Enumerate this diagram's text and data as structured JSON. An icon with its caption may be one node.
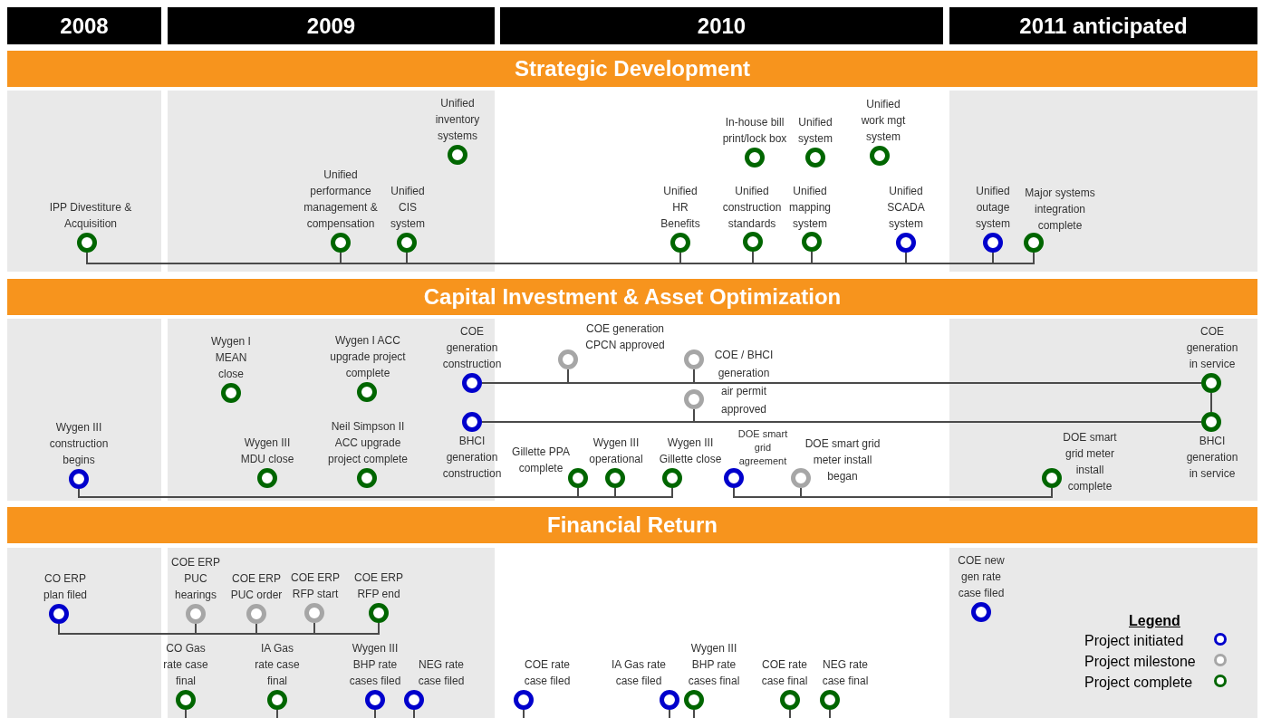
{
  "diagram": {
    "nodes": [
      {
        "text": [],
        "shape": "circle",
        "beside": [
          "IPP Divestiture & Acquisition"
        ]
      },
      {
        "text": [],
        "shape": "circle",
        "beside": [
          "Unified performance management & compensation"
        ]
      },
      {
        "text": [],
        "shape": "circle",
        "beside": [
          "Unified CIS system"
        ]
      },
      {
        "text": [],
        "shape": "circle",
        "beside": [
          "Unified inventory systems"
        ]
      },
      {
        "text": [],
        "shape": "circle",
        "beside": [
          "In-house bill print/lock box"
        ]
      },
      {
        "text": [],
        "shape": "circle",
        "beside": [
          "Unified system"
        ]
      },
      {
        "text": [],
        "shape": "circle",
        "beside": [
          "Unified work mgt system"
        ]
      },
      {
        "text": [],
        "shape": "circle",
        "beside": [
          "Unified HR Benefits"
        ]
      },
      {
        "text": [],
        "shape": "circle",
        "beside": [
          "Unified construction standards"
        ]
      },
      {
        "text": [],
        "shape": "circle",
        "beside": [
          "Unified mapping system"
        ]
      },
      {
        "text": [],
        "shape": "circle",
        "beside": [
          "Unified SCADA system"
        ]
      },
      {
        "text": [],
        "shape": "circle",
        "beside": [
          "Unified outage system"
        ]
      },
      {
        "text": [],
        "shape": "circle",
        "beside": [
          "Major systems integration complete"
        ]
      },
      {
        "text": [],
        "shape": "circle",
        "beside": [
          "Wygen I MEAN close"
        ]
      },
      {
        "text": [],
        "shape": "circle",
        "beside": [
          "Wygen I ACC upgrade project complete"
        ]
      },
      {
        "text": [],
        "shape": "circle",
        "beside": [
          "COE generation construction"
        ]
      },
      {
        "text": [],
        "shape": "circle",
        "beside": [
          "COE generation CPCN approved"
        ]
      },
      {
        "text": [],
        "shape": "circle",
        "beside": [
          "COE / BHCI generation air permit approved"
        ]
      },
      {
        "text": [],
        "shape": "circle"
      },
      {
        "text": [],
        "shape": "circle",
        "beside": [
          "COE generation in service"
        ]
      },
      {
        "text": [],
        "shape": "circle",
        "beside": [
          "BHCI generation construction"
        ]
      },
      {
        "text": [],
        "shape": "circle",
        "beside": [
          "BHCI generation in service"
        ]
      },
      {
        "text": [],
        "shape": "circle",
        "beside": [
          "Wygen III construction begins"
        ]
      },
      {
        "text": [],
        "shape": "circle",
        "beside": [
          "Wygen III MDU close"
        ]
      },
      {
        "text": [],
        "shape": "circle",
        "beside": [
          "Neil Simpson II ACC upgrade project complete"
        ]
      },
      {
        "text": [],
        "shape": "circle",
        "beside": [
          "Gillette PPA complete"
        ]
      },
      {
        "text": [],
        "shape": "circle",
        "beside": [
          "Wygen III operational"
        ]
      },
      {
        "text": [],
        "shape": "circle",
        "beside": [
          "Wygen III Gillette close"
        ]
      },
      {
        "text": [],
        "shape": "circle",
        "beside": [
          "DOE smart grid agreement"
        ]
      },
      {
        "text": [],
        "shape": "circle",
        "beside": [
          "DOE smart grid meter install began"
        ]
      },
      {
        "text": [],
        "shape": "circle",
        "beside": [
          "DOE smart grid meter install complete"
        ]
      },
      {
        "text": [],
        "shape": "circle",
        "beside": [
          "CO ERP plan filed"
        ]
      },
      {
        "text": [],
        "shape": "circle",
        "beside": [
          "COE ERP PUC hearings"
        ]
      },
      {
        "text": [],
        "shape": "circle",
        "beside": [
          "COE ERP PUC order"
        ]
      },
      {
        "text": [],
        "shape": "circle",
        "beside": [
          "COE ERP RFP start"
        ]
      },
      {
        "text": [],
        "shape": "circle",
        "beside": [
          "COE ERP RFP end"
        ]
      },
      {
        "text": [],
        "shape": "circle",
        "beside": [
          "CO Gas rate case final"
        ]
      },
      {
        "text": [],
        "shape": "circle",
        "beside": [
          "IA Gas rate case final"
        ]
      },
      {
        "text": [],
        "shape": "circle",
        "beside": [
          "Wygen III BHP rate cases filed"
        ]
      },
      {
        "text": [],
        "shape": "circle",
        "beside": [
          "NEG rate case filed"
        ]
      },
      {
        "text": [],
        "shape": "circle",
        "beside": [
          "COE rate case filed"
        ]
      },
      {
        "text": [],
        "shape": "circle",
        "beside": [
          "IA Gas rate case filed"
        ]
      },
      {
        "text": [],
        "shape": "circle",
        "beside": [
          "Wygen III BHP rate cases final"
        ]
      },
      {
        "text": [],
        "shape": "circle",
        "beside": [
          "COE rate case final"
        ]
      },
      {
        "text": [],
        "shape": "circle",
        "beside": [
          "NEG rate case final"
        ]
      },
      {
        "text": [],
        "shape": "circle",
        "beside": [
          "COE new gen rate case filed"
        ]
      }
    ],
    "edges": [
      {
        "from": 0,
        "to": 1,
        "arrow": "none"
      },
      {
        "from": 1,
        "to": 2,
        "arrow": "none"
      },
      {
        "from": 2,
        "to": 7,
        "arrow": "none"
      },
      {
        "from": 7,
        "to": 8,
        "arrow": "none"
      },
      {
        "from": 8,
        "to": 9,
        "arrow": "none"
      },
      {
        "from": 9,
        "to": 10,
        "arrow": "none"
      },
      {
        "from": 10,
        "to": 11,
        "arrow": "none"
      },
      {
        "from": 11,
        "to": 12,
        "arrow": "none"
      },
      {
        "from": 15,
        "to": 16,
        "arrow": "none"
      },
      {
        "from": 16,
        "to": 17,
        "arrow": "none"
      },
      {
        "from": 17,
        "to": 19,
        "arrow": "none"
      },
      {
        "from": 20,
        "to": 18,
        "arrow": "none"
      },
      {
        "from": 18,
        "to": 21,
        "arrow": "none"
      },
      {
        "from": 19,
        "to": 21,
        "arrow": "none"
      },
      {
        "from": 22,
        "to": 25,
        "arrow": "none"
      },
      {
        "from": 25,
        "to": 26,
        "arrow": "none"
      },
      {
        "from": 26,
        "to": 27,
        "arrow": "none"
      },
      {
        "from": 28,
        "to": 29,
        "arrow": "none"
      },
      {
        "from": 29,
        "to": 30,
        "arrow": "none"
      },
      {
        "from": 31,
        "to": 32,
        "arrow": "none"
      },
      {
        "from": 32,
        "to": 33,
        "arrow": "none"
      },
      {
        "from": 33,
        "to": 34,
        "arrow": "none"
      },
      {
        "from": 34,
        "to": 35,
        "arrow": "none"
      },
      {
        "from": 36,
        "to": null,
        "arrow": "none"
      },
      {
        "from": 37,
        "to": null,
        "arrow": "none"
      },
      {
        "from": 38,
        "to": null,
        "arrow": "none"
      },
      {
        "from": 39,
        "to": null,
        "arrow": "none"
      },
      {
        "from": 40,
        "to": null,
        "arrow": "none"
      },
      {
        "from": 41,
        "to": null,
        "arrow": "none"
      },
      {
        "from": 42,
        "to": null,
        "arrow": "none"
      },
      {
        "from": 43,
        "to": null,
        "arrow": "none"
      },
      {
        "from": 44,
        "to": null,
        "arrow": "none"
      }
    ],
    "labels": [
      "2008",
      "2009",
      "2010",
      "2011 anticipated",
      "Strategic Development",
      "Capital Investment & Asset Optimization",
      "Financial Return",
      "Legend"
    ],
    "legend": [
      {
        "text": "Project initiated",
        "color": "#0000cc"
      },
      {
        "text": "Project milestone",
        "color": "#a6a6a6"
      },
      {
        "text": "Project complete",
        "color": "#006600"
      }
    ]
  }
}
